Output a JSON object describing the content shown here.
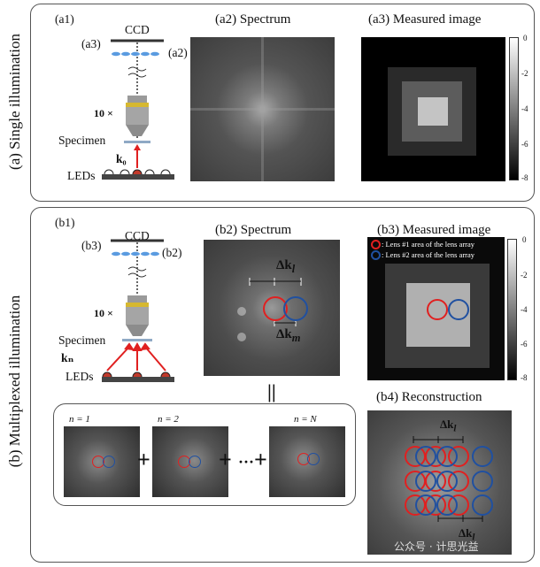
{
  "panel_a": {
    "side_label": "(a) Single illumination",
    "a1": "(a1)",
    "a2_title": "(a2) Spectrum",
    "a3_title": "(a3) Measured image",
    "ccd": "CCD",
    "a3_ref": "(a3)",
    "a2_ref": "(a2)",
    "mag": "10 ×",
    "specimen": "Specimen",
    "k0": "k₀",
    "leds": "LEDs",
    "colorbar_ticks": [
      "0",
      "-2",
      "-4",
      "-6",
      "-8"
    ]
  },
  "panel_b": {
    "side_label": "(b) Multiplexed illumination",
    "b1": "(b1)",
    "b2_title": "(b2) Spectrum",
    "b3_title": "(b3) Measured image",
    "b4_title": "(b4) Reconstruction",
    "ccd": "CCD",
    "b3_ref": "(b3)",
    "b2_ref": "(b2)",
    "mag": "10 ×",
    "specimen": "Specimen",
    "kn": "kₙ",
    "leds": "LEDs",
    "delta_kl": "Δk",
    "delta_kl_sub": "l",
    "delta_km": "Δk",
    "delta_km_sub": "m",
    "equals": "||",
    "legend_lens1": ": Lens #1 area of the lens array",
    "legend_lens2": ": Lens #2 area of the lens array",
    "colorbar_ticks": [
      "0",
      "-2",
      "-4",
      "-6",
      "-8"
    ],
    "n1": "n = 1",
    "n2": "n = 2",
    "nN": "n = N",
    "plus": "+",
    "dots": "···",
    "watermark": "公众号 · 计思光益"
  }
}
